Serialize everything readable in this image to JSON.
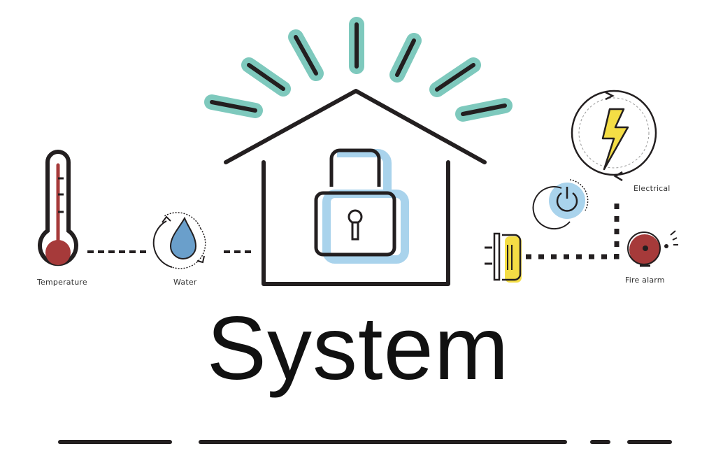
{
  "title": "System",
  "labels": {
    "temperature": "Temperature",
    "water": "Water",
    "electrical": "Electrical",
    "fire_alarm": "Fire alarm"
  },
  "icons": [
    "house-icon",
    "lock-icon",
    "thermometer-icon",
    "water-drop-icon",
    "lightning-icon",
    "power-icon",
    "plug-icon",
    "fire-alarm-bell-icon",
    "rays-icon"
  ],
  "colors": {
    "outline": "#231f20",
    "teal": "#7ec9bd",
    "blue": "#a9d3ec",
    "drop_blue": "#6a9fcb",
    "red": "#a63a3a",
    "yellow": "#f4dd45"
  }
}
